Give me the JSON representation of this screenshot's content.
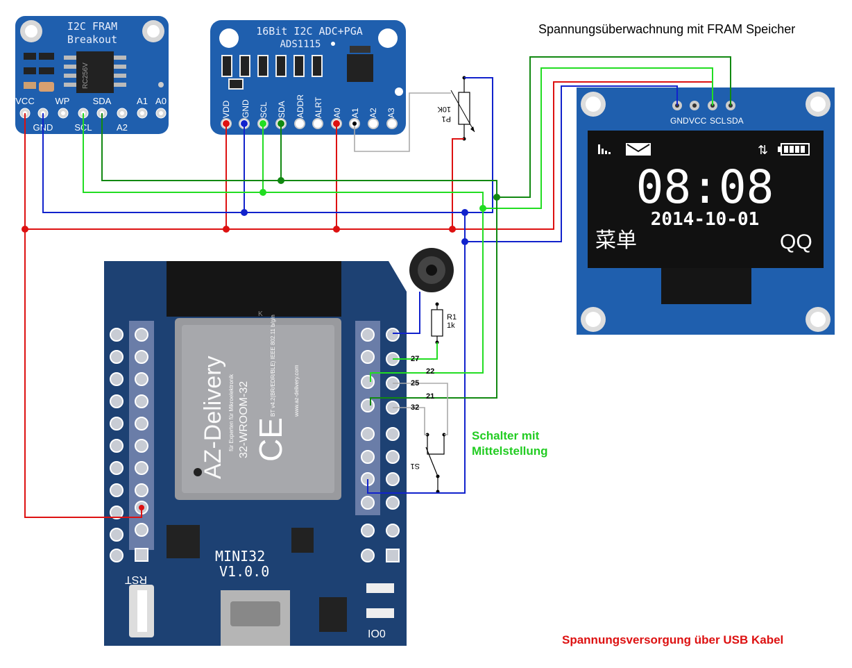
{
  "title": "Spannungsüberwachnung mit FRAM Speicher",
  "notes": {
    "switch_line1": "Schalter mit",
    "switch_line2": "Mittelstellung",
    "power": "Spannungsversorgung über USB Kabel"
  },
  "fram": {
    "name_line1": "I2C FRAM",
    "name_line2": "Breakout",
    "chip_text": "RC256V",
    "top_pins": [
      "VCC",
      "WP",
      "SDA",
      "A1",
      "A0"
    ],
    "bottom_pins": [
      "GND",
      "SCL",
      "A2"
    ]
  },
  "adc": {
    "name_line1": "16Bit I2C ADC+PGA",
    "name_line2": "ADS1115",
    "pins": [
      "VDD",
      "GND",
      "SCL",
      "SDA",
      "ADDR",
      "ALRT",
      "A0",
      "A1",
      "A2",
      "A3"
    ]
  },
  "oled": {
    "pins": [
      "GND",
      "VCC",
      "SCL",
      "SDA"
    ],
    "time": "08:08",
    "date": "2014-10-01",
    "menu": "菜单",
    "right_label": "QQ"
  },
  "pot": {
    "label1": "P1",
    "label2": "10K"
  },
  "resistor": {
    "label1": "R1",
    "label2": "1k"
  },
  "switch": {
    "label": "S1"
  },
  "esp32": {
    "module_brand": "AZ-Delivery",
    "module_tagline": "für Experten für Mikroelektronik",
    "module_model": "32-WROOM-32",
    "module_info": "BT v4.2(BR/EDR/BLE)  IEEE 802.11 b/g/n",
    "module_url": "www.az-delivery.com",
    "board_line1": "MINI32",
    "board_line2": "V1.0.0",
    "rst": "RST",
    "io0": "IO0",
    "k": "K"
  },
  "gpio_labels": [
    "27",
    "22",
    "25",
    "21",
    "32"
  ],
  "colors": {
    "vcc": "#dd1111",
    "gnd": "#1122cc",
    "scl": "#22dd22",
    "sda": "#118811",
    "signal": "#aaaaaa",
    "pcb_blue": "#1f5fae",
    "pcb_dark": "#14325e",
    "esp_blue": "#1d4173"
  }
}
